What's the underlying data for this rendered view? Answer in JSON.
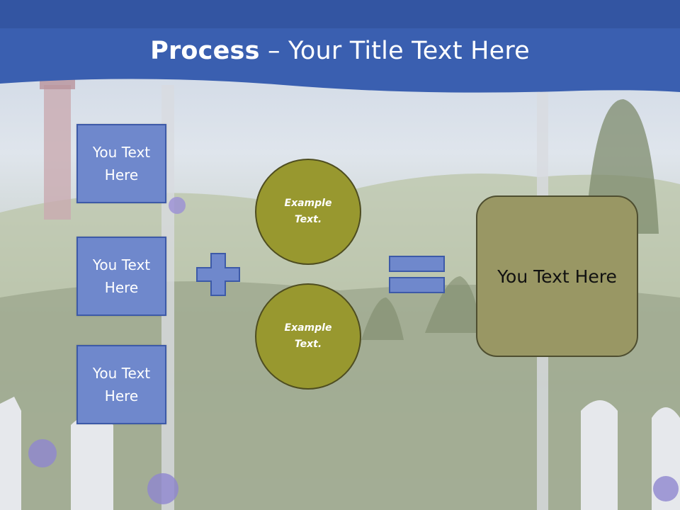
{
  "slide": {
    "title_bold": "Process",
    "title_rest": " – Your Title Text Here",
    "boxes": [
      {
        "label": "You Text Here"
      },
      {
        "label": "You Text Here"
      },
      {
        "label": "You Text Here"
      }
    ],
    "circles": [
      {
        "label": "Example Text."
      },
      {
        "label": "Example Text."
      }
    ],
    "result": {
      "label": "You Text Here"
    },
    "colors": {
      "header": "#3a5fb0",
      "box_fill": "#6f88cc",
      "circle_fill": "#98982f",
      "result_fill": "#999764"
    },
    "icons": [
      "plus-icon",
      "equals-icon"
    ]
  }
}
